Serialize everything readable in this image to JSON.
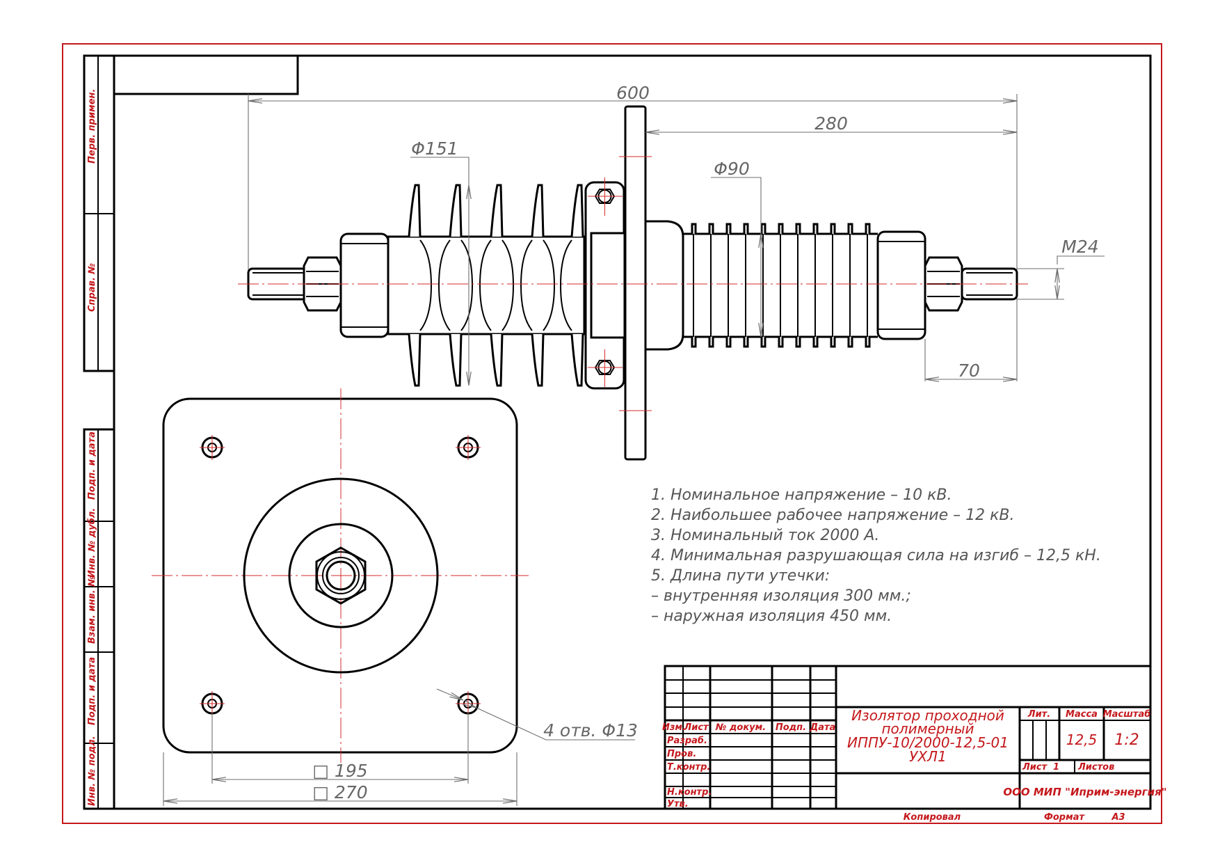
{
  "dimensions": {
    "overall_length": "600",
    "right_length": "280",
    "shed_diameter": "Φ151",
    "core_diameter": "Φ90",
    "thread": "M24",
    "stud_length": "70",
    "hole_spacing": "□ 195",
    "flange_size": "□ 270",
    "holes_callout": "4 отв. Φ13"
  },
  "notes": [
    "1. Номинальное напряжение – 10 кВ.",
    "2. Наибольшее рабочее напряжение – 12 кВ.",
    "3. Номинальный ток 2000 А.",
    "4. Минимальная разрушающая сила на изгиб – 12,5 кН.",
    "5. Длина пути утечки:",
    "– внутренняя изоляция 300 мм.;",
    "– наружная изоляция 450 мм."
  ],
  "side_stamp": {
    "perv_primen": "Перв. примен.",
    "sprav_no": "Справ. №",
    "podp_data_1": "Подп. и дата",
    "inv_dubl": "Инв. № дубл.",
    "vzam_inv": "Взам. инв. №",
    "podp_data_2": "Подп. и дата",
    "inv_podl": "Инв. № подл."
  },
  "title_block": {
    "headers": [
      "Изм.",
      "Лист",
      "№ докум.",
      "Подп.",
      "Дата"
    ],
    "roles": [
      "Разраб.",
      "Пров.",
      "Т.контр.",
      "Н.контр.",
      "Утв."
    ],
    "title_lines": [
      "Изолятор проходной",
      "полимерный",
      "ИППУ-10/2000-12,5-01",
      "УХЛ1"
    ],
    "lit_label": "Лит.",
    "mass_label": "Масса",
    "scale_label": "Масштаб",
    "mass_value": "12,5",
    "scale_value": "1:2",
    "sheet_label": "Лист",
    "sheet_value": "1",
    "sheets_label": "Листов",
    "company": "ООО МИП \"Иприм-энергия\"",
    "copied": "Копировал",
    "format_label": "Формат",
    "format_value": "А3"
  },
  "colors": {
    "frame_red": "#c4181c",
    "axis_red": "#d42a2a",
    "ink": "#000000",
    "dimension_grey": "#666666"
  }
}
